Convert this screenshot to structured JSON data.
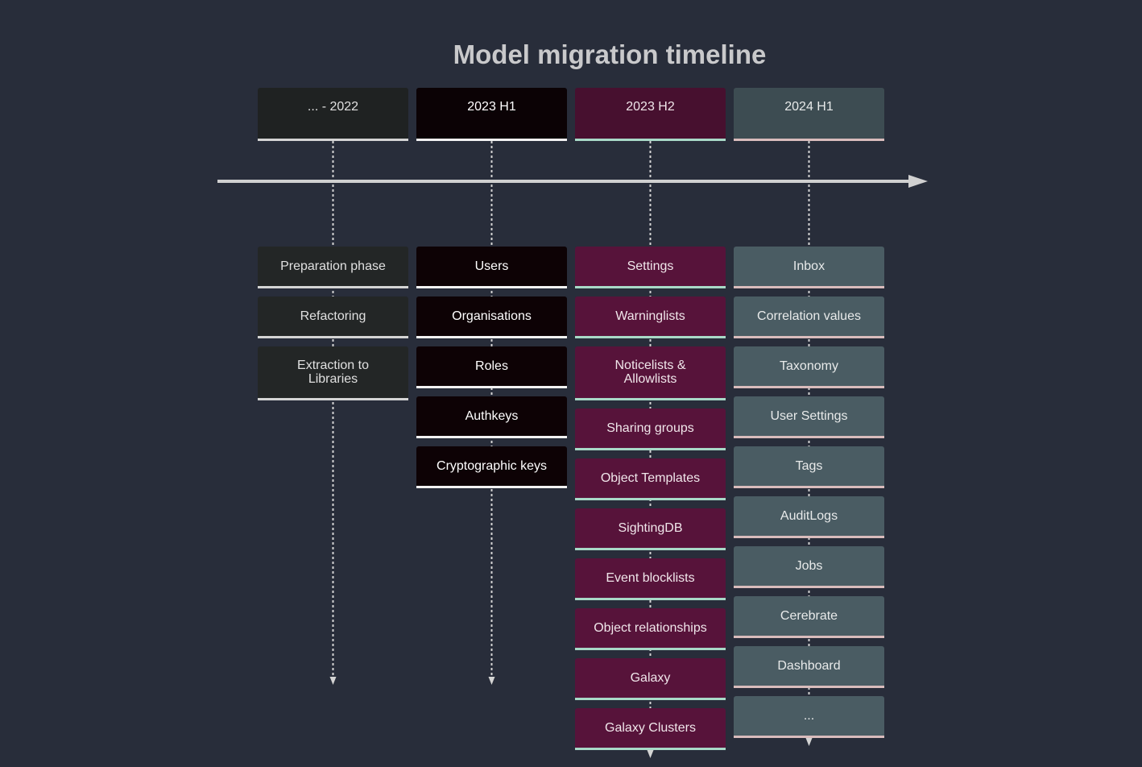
{
  "title": "Model migration timeline",
  "sections": [
    {
      "period": "... - 2022",
      "color": "#1f2222",
      "event_color": "#232626",
      "line_color": "#d4d4d4",
      "text_color": "#e0e0e0",
      "events": [
        "Preparation phase",
        "Refactoring",
        "Extraction to Libraries"
      ]
    },
    {
      "period": "2023 H1",
      "color": "#0b0205",
      "event_color": "#0d0205",
      "line_color": "#f2f2f2",
      "text_color": "#ffffff",
      "events": [
        "Users",
        "Organisations",
        "Roles",
        "Authkeys",
        "Cryptographic keys"
      ]
    },
    {
      "period": "2023 H2",
      "color": "#47102f",
      "event_color": "#57133a",
      "line_color": "#a8d9c7",
      "text_color": "#f0e6ea",
      "events": [
        "Settings",
        "Warninglists",
        "Noticelists & Allowlists",
        "Sharing groups",
        "Object Templates",
        "SightingDB",
        "Event blocklists",
        "Object relationships",
        "Galaxy",
        "Galaxy Clusters"
      ]
    },
    {
      "period": "2024 H1",
      "color": "#3d4c52",
      "event_color": "#4a5c63",
      "line_color": "#d9bcbc",
      "text_color": "#e8eaea",
      "events": [
        "Inbox",
        "Correlation values",
        "Taxonomy",
        "User Settings",
        "Tags",
        "AuditLogs",
        "Jobs",
        "Cerebrate",
        "Dashboard",
        "..."
      ]
    }
  ]
}
